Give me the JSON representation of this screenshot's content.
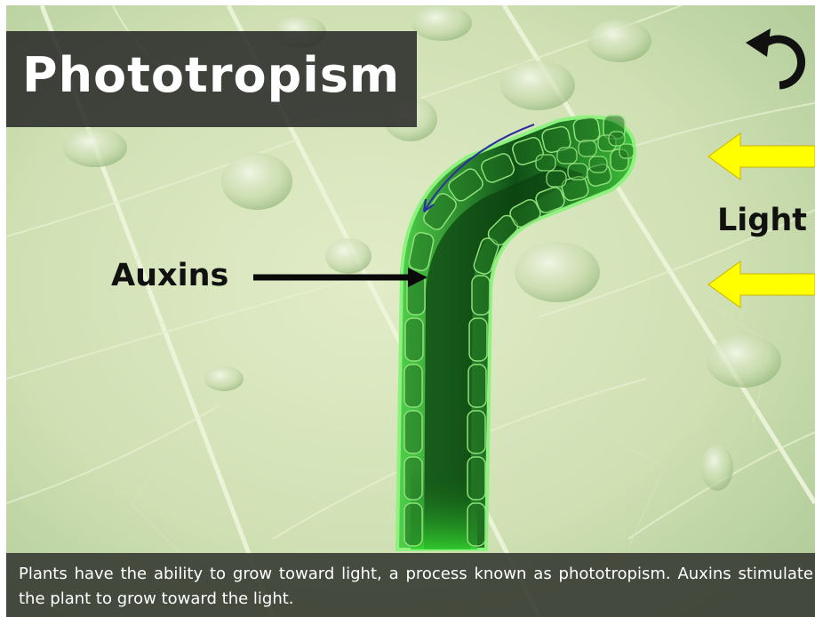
{
  "title": "Phototropism",
  "labels": {
    "auxins": "Auxins",
    "light": "Light"
  },
  "caption": "Plants have the ability to grow toward light, a process known as phototropism. Auxins stimulate the plant to grow toward the light.",
  "icons": {
    "reset": "undo-arrow-icon"
  },
  "colors": {
    "light_arrow": "#ffff00",
    "auxin_flow_arrow": "#2b2f9e",
    "stem_dark": "#1f7a25",
    "stem_light": "#3fcf3a",
    "cell": "#1f6e1f"
  }
}
